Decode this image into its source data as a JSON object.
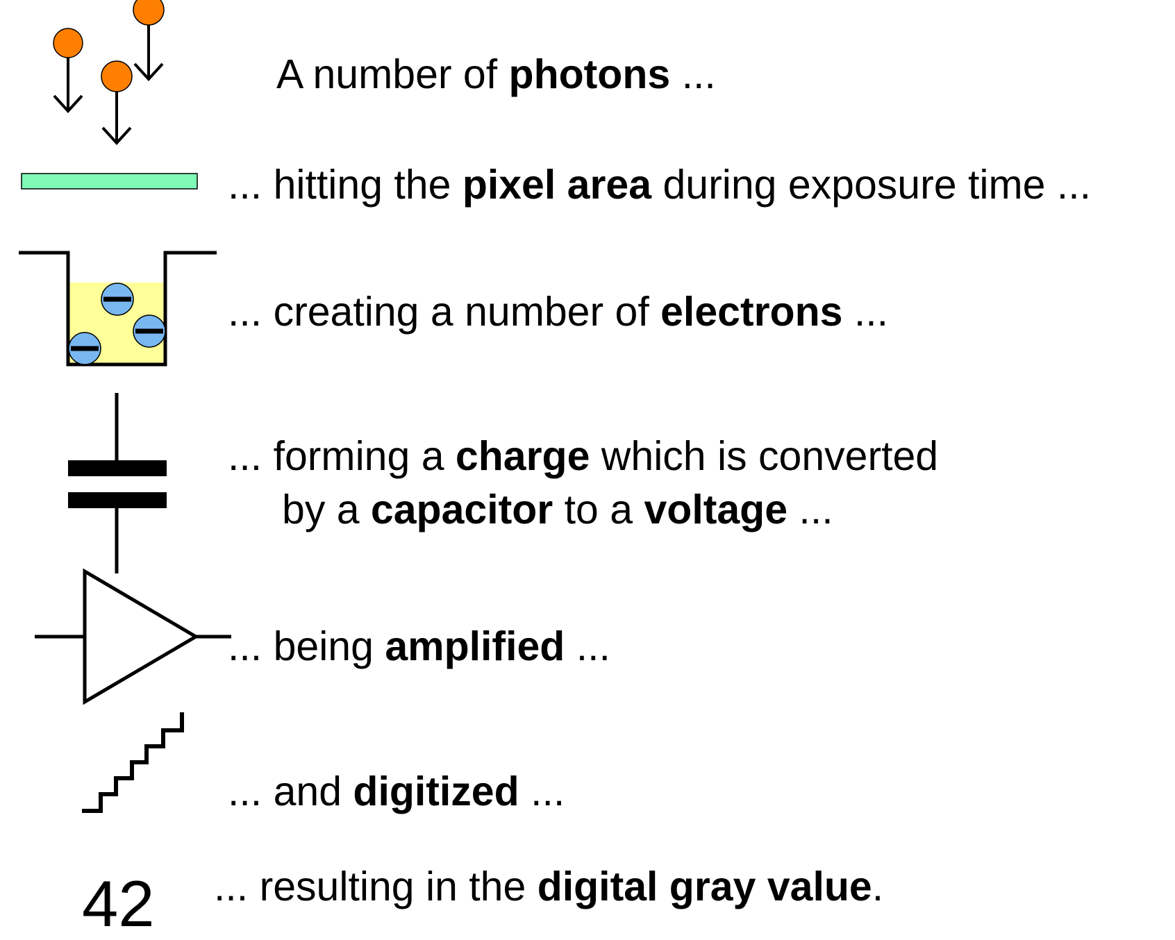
{
  "colors": {
    "photon": "#ff8000",
    "pixel_area": "#7ffbb7",
    "well_fill": "#ffff99",
    "electron": "#78b7f0",
    "stroke": "#000000"
  },
  "steps": [
    {
      "icon": "photons-icon",
      "parts": [
        {
          "t": "A number of ",
          "b": false
        },
        {
          "t": "photons",
          "b": true
        },
        {
          "t": " ...",
          "b": false
        }
      ]
    },
    {
      "icon": "pixel-area-icon",
      "parts": [
        {
          "t": "... hitting the ",
          "b": false
        },
        {
          "t": "pixel area",
          "b": true
        },
        {
          "t": " during exposure time ...",
          "b": false
        }
      ]
    },
    {
      "icon": "potential-well-electrons-icon",
      "parts": [
        {
          "t": "... creating a number of ",
          "b": false
        },
        {
          "t": "electrons",
          "b": true
        },
        {
          "t": " ...",
          "b": false
        }
      ]
    },
    {
      "icon": "capacitor-icon",
      "parts": [
        {
          "t": "... forming a ",
          "b": false
        },
        {
          "t": "charge",
          "b": true
        },
        {
          "t": " which is converted",
          "b": false
        }
      ]
    },
    {
      "icon": "",
      "parts": [
        {
          "t": "by a ",
          "b": false
        },
        {
          "t": "capacitor",
          "b": true
        },
        {
          "t": " to a ",
          "b": false
        },
        {
          "t": "voltage",
          "b": true
        },
        {
          "t": " ...",
          "b": false
        }
      ]
    },
    {
      "icon": "amplifier-icon",
      "parts": [
        {
          "t": "... being ",
          "b": false
        },
        {
          "t": "amplified",
          "b": true
        },
        {
          "t": " ...",
          "b": false
        }
      ]
    },
    {
      "icon": "staircase-digitizer-icon",
      "parts": [
        {
          "t": "... and ",
          "b": false
        },
        {
          "t": "digitized",
          "b": true
        },
        {
          "t": " ...",
          "b": false
        }
      ]
    },
    {
      "icon": "",
      "parts": [
        {
          "t": "... resulting in the ",
          "b": false
        },
        {
          "t": "digital gray value",
          "b": true
        },
        {
          "t": ".",
          "b": false
        }
      ]
    }
  ],
  "gray_value": "42"
}
